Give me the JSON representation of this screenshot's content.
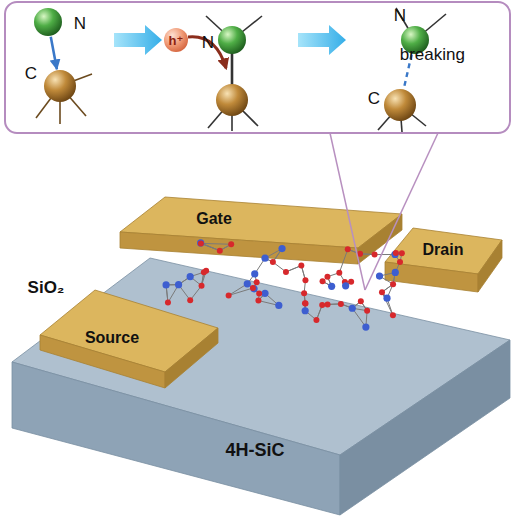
{
  "diagram": {
    "nodes": [
      {
        "text": [
          "N"
        ]
      },
      {
        "text": [
          "C"
        ]
      },
      {
        "text": [
          "h⁺"
        ]
      },
      {
        "text": [
          "N"
        ]
      },
      {
        "text": [
          "N"
        ]
      },
      {
        "text": [
          "C"
        ]
      },
      {
        "text": [
          "Gate"
        ]
      },
      {
        "text": [
          "Drain"
        ]
      },
      {
        "text": [
          "Source"
        ]
      },
      {
        "text": [
          "4H-SiC"
        ]
      }
    ],
    "edges": [
      {
        "from": 0,
        "to": 1,
        "arrow": "to"
      },
      {
        "from": 4,
        "to": 5,
        "label": "breaking",
        "arrow": "none"
      }
    ],
    "labels": [
      "SiO₂"
    ]
  }
}
